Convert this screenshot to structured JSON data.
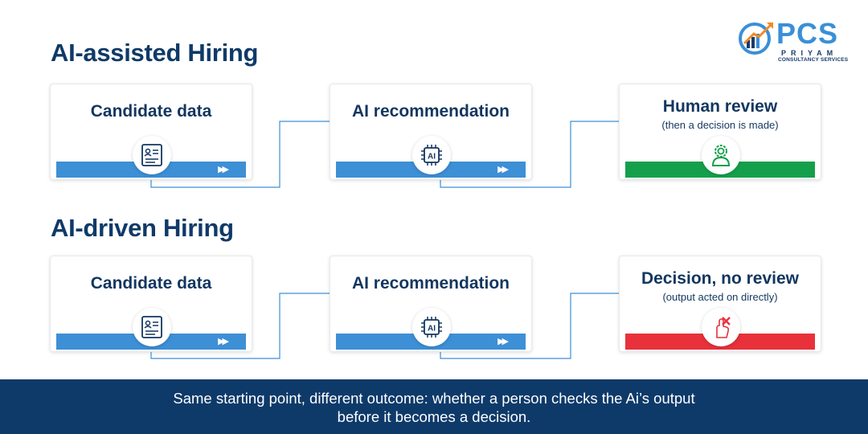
{
  "brand": {
    "name": "PCS",
    "tagline": "PRIYAM",
    "subtitle": "CONSULTANCY SERVICES"
  },
  "rows": [
    {
      "title": "AI-assisted Hiring",
      "cards": [
        {
          "title": "Candidate data",
          "subtitle": "",
          "icon": "document-icon",
          "bar_color": "#3d8fd6"
        },
        {
          "title": "AI recommendation",
          "subtitle": "",
          "icon": "ai-chip-icon",
          "bar_color": "#3d8fd6"
        },
        {
          "title": "Human review",
          "subtitle": "(then a decision is made)",
          "icon": "human-review-icon",
          "bar_color": "#14a04a"
        }
      ]
    },
    {
      "title": "AI-driven Hiring",
      "cards": [
        {
          "title": "Candidate data",
          "subtitle": "",
          "icon": "document-icon",
          "bar_color": "#3d8fd6"
        },
        {
          "title": "AI recommendation",
          "subtitle": "",
          "icon": "ai-chip-icon",
          "bar_color": "#3d8fd6"
        },
        {
          "title": "Decision, no review",
          "subtitle": "(output acted on directly)",
          "icon": "no-review-icon",
          "bar_color": "#e8313a"
        }
      ]
    }
  ],
  "footer": {
    "line1": "Same starting point, different outcome: whether a person checks the Ai’s output",
    "line2": "before it becomes a decision."
  },
  "colors": {
    "navy": "#0e3a6a",
    "blue": "#3d8fd6",
    "green": "#14a04a",
    "red": "#e8313a",
    "connector": "#3d8fd6"
  }
}
